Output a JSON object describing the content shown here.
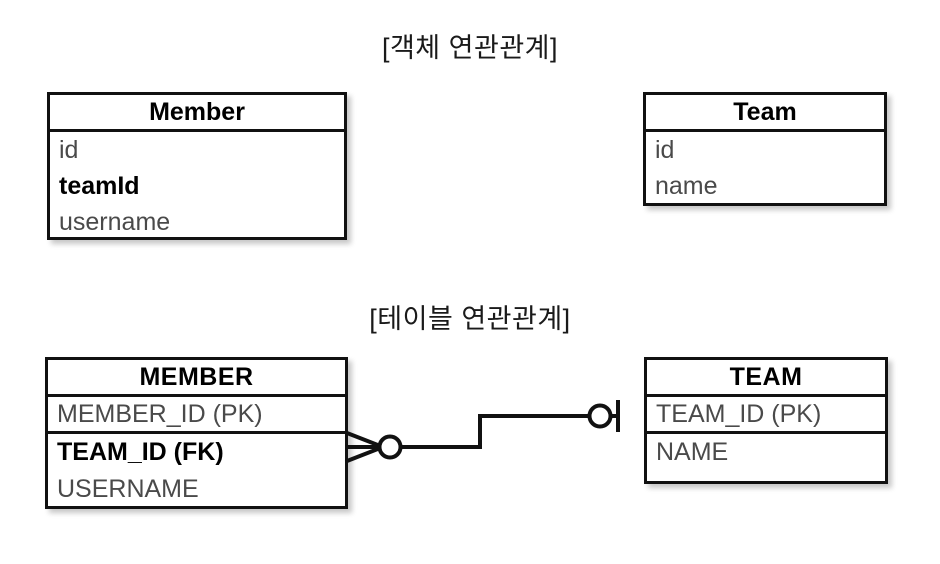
{
  "diagram": {
    "sections": [
      {
        "id": "object-association",
        "title": "[객체 연관관계]",
        "entities": [
          {
            "name": "Member",
            "attributes": [
              {
                "label": "id",
                "emphasis": false
              },
              {
                "label": "teamId",
                "emphasis": true
              },
              {
                "label": "username",
                "emphasis": false
              }
            ]
          },
          {
            "name": "Team",
            "attributes": [
              {
                "label": "id",
                "emphasis": false
              },
              {
                "label": "name",
                "emphasis": false
              }
            ]
          }
        ]
      },
      {
        "id": "table-association",
        "title": "[테이블 연관관계]",
        "entities": [
          {
            "name": "MEMBER",
            "attributes": [
              {
                "label": "MEMBER_ID (PK)",
                "emphasis": false
              },
              {
                "label": "TEAM_ID (FK)",
                "emphasis": true
              },
              {
                "label": "USERNAME",
                "emphasis": false
              }
            ]
          },
          {
            "name": "TEAM",
            "attributes": [
              {
                "label": "TEAM_ID (PK)",
                "emphasis": false
              },
              {
                "label": "NAME",
                "emphasis": false
              }
            ]
          }
        ]
      }
    ],
    "relationship": {
      "from": "MEMBER",
      "to": "TEAM",
      "from_cardinality": "zero-or-many",
      "to_cardinality": "zero-or-one",
      "from_notation": "crow-foot-circle",
      "to_notation": "circle-bar"
    },
    "colors": {
      "stroke": "#111111",
      "text": "#1a1a1a",
      "attribute_text": "#4a4a4a",
      "emphasis_text": "#000000",
      "background": "#ffffff"
    }
  }
}
